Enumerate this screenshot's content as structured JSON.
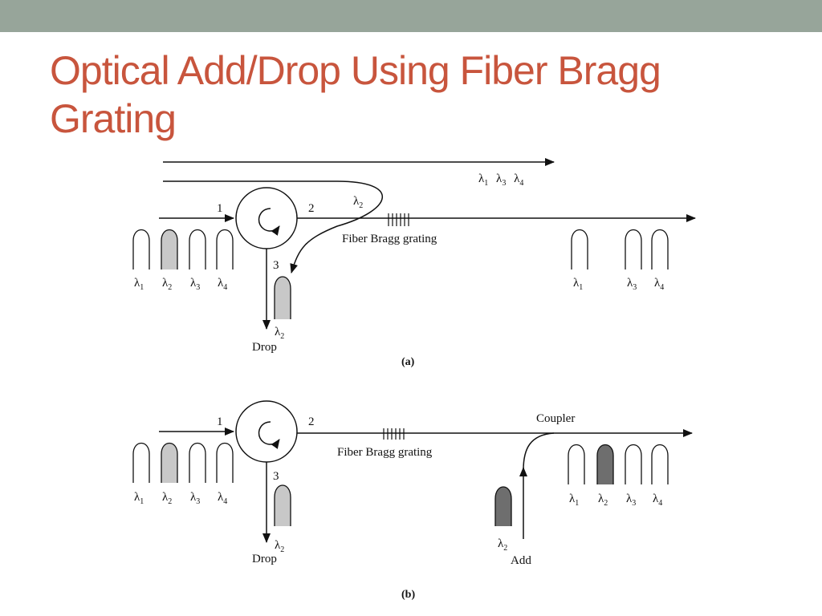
{
  "slide": {
    "title": "Optical Add/Drop Using Fiber Bragg Grating",
    "bar_color": "#97a59a",
    "title_color": "#c8553d"
  },
  "diagram_a": {
    "caption": "(a)",
    "port_1": "1",
    "port_2": "2",
    "port_3": "3",
    "grating_label": "Fiber Bragg grating",
    "drop_label": "Drop",
    "reflected_label": {
      "sym": "λ",
      "sub": "2"
    },
    "through_label": [
      {
        "sym": "λ",
        "sub": "1"
      },
      {
        "sym": "λ",
        "sub": "3"
      },
      {
        "sym": "λ",
        "sub": "4"
      }
    ],
    "input_channels": [
      {
        "sym": "λ",
        "sub": "1"
      },
      {
        "sym": "λ",
        "sub": "2"
      },
      {
        "sym": "λ",
        "sub": "3"
      },
      {
        "sym": "λ",
        "sub": "4"
      }
    ],
    "output_channels": [
      {
        "sym": "λ",
        "sub": "1"
      },
      {
        "sym": "λ",
        "sub": "3"
      },
      {
        "sym": "λ",
        "sub": "4"
      }
    ],
    "dropped_channel": {
      "sym": "λ",
      "sub": "2"
    }
  },
  "diagram_b": {
    "caption": "(b)",
    "port_1": "1",
    "port_2": "2",
    "port_3": "3",
    "grating_label": "Fiber Bragg grating",
    "drop_label": "Drop",
    "add_label": "Add",
    "coupler_label": "Coupler",
    "input_channels": [
      {
        "sym": "λ",
        "sub": "1"
      },
      {
        "sym": "λ",
        "sub": "2"
      },
      {
        "sym": "λ",
        "sub": "3"
      },
      {
        "sym": "λ",
        "sub": "4"
      }
    ],
    "output_channels": [
      {
        "sym": "λ",
        "sub": "1"
      },
      {
        "sym": "λ",
        "sub": "2"
      },
      {
        "sym": "λ",
        "sub": "3"
      },
      {
        "sym": "λ",
        "sub": "4"
      }
    ],
    "dropped_channel": {
      "sym": "λ",
      "sub": "2"
    },
    "added_channel": {
      "sym": "λ",
      "sub": "2"
    }
  }
}
